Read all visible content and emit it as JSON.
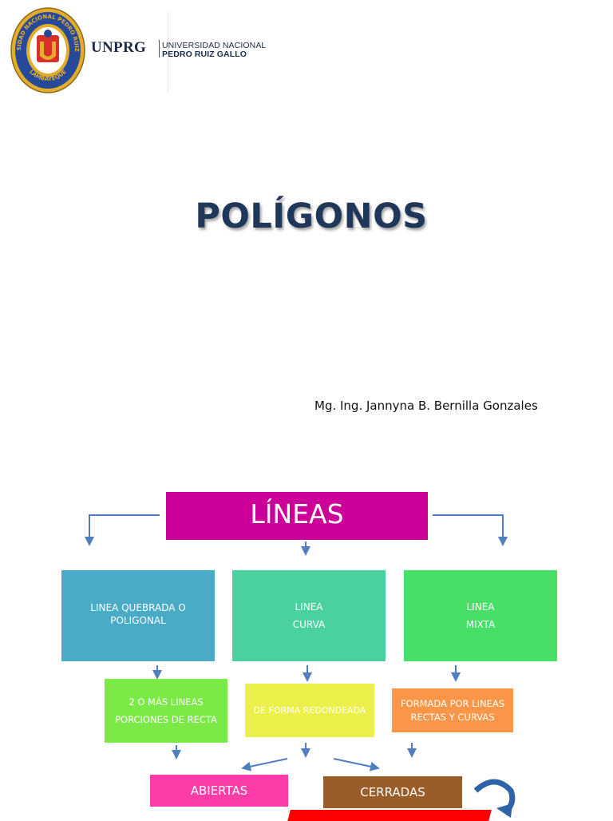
{
  "header": {
    "seal_text_top": "UNIVERSIDAD NACIONAL PEDRO RUIZ GALLO",
    "seal_text_bottom": "LAMBAYEQUE",
    "brand_name": "UNPRG",
    "brand_line1": "UNIVERSIDAD NACIONAL",
    "brand_line2": "PEDRO RUIZ GALLO"
  },
  "title": "POLÍGONOS",
  "author": "Mg. Ing. Jannyna B. Bernilla Gonzales",
  "diagram": {
    "root": "LÍNEAS",
    "types": [
      {
        "line1": "LINEA QUEBRADA O",
        "line2": "POLIGONAL",
        "color": "#4aabc6"
      },
      {
        "line1": "LINEA",
        "line2": "CURVA",
        "color": "#4bd1a0"
      },
      {
        "line1": "LINEA",
        "line2": "MIXTA",
        "color": "#48df66"
      }
    ],
    "descriptions": [
      {
        "line1": "2 O MÁS LINEAS",
        "line2": "PORCIONES DE RECTA",
        "color": "#7bea47"
      },
      {
        "line1": "DE FORMA REDONDEADA",
        "color": "#ebf04a"
      },
      {
        "line1": "FORMADA POR LINEAS",
        "line2": "RECTAS Y CURVAS",
        "color": "#fb9649"
      }
    ],
    "outcomes": [
      {
        "label": "ABIERTAS",
        "color": "#fd3caa"
      },
      {
        "label": "CERRADAS",
        "color": "#9a5c28"
      }
    ],
    "colors": {
      "root": "#cc0099",
      "arrow": "#4f7fc0",
      "title": "#1f3859",
      "strip": "#ff0000"
    }
  }
}
